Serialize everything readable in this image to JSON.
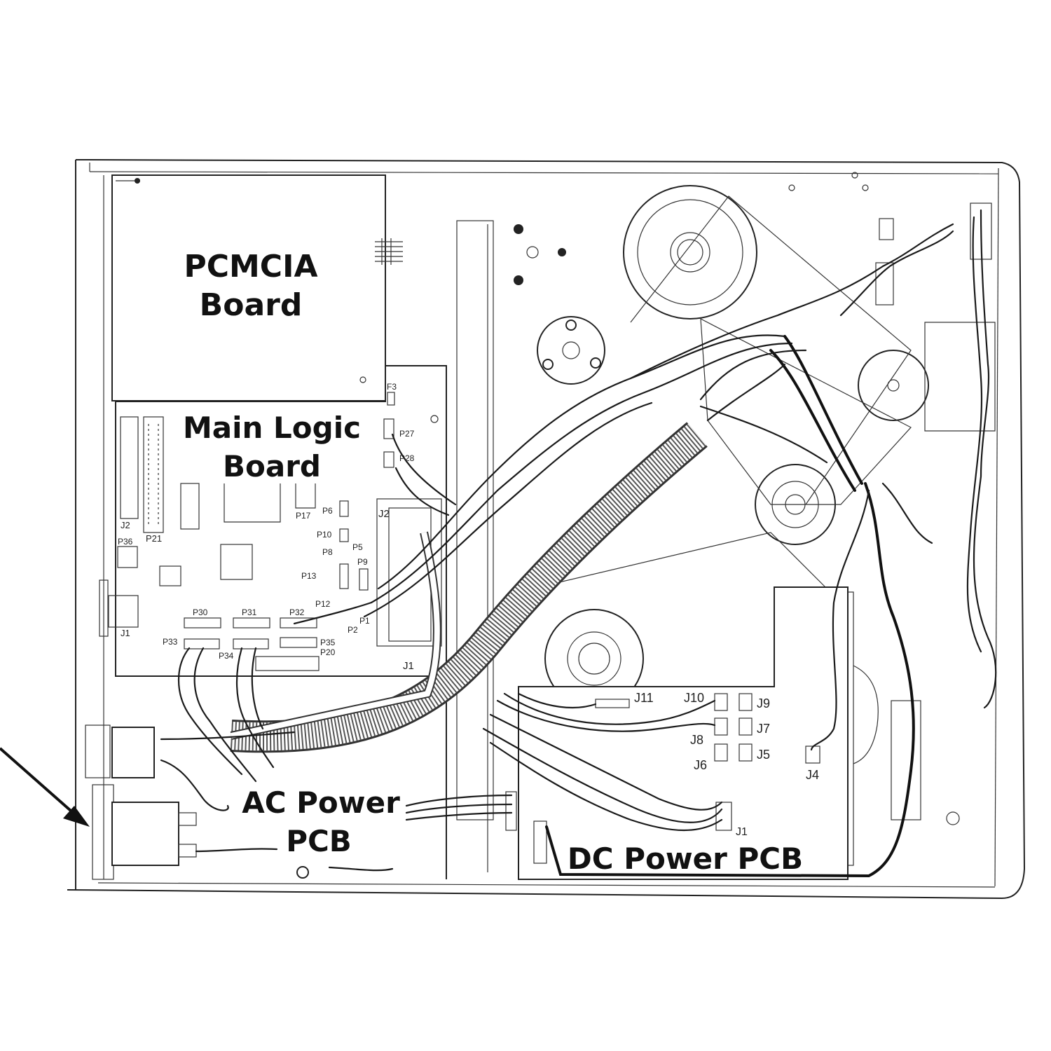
{
  "boards": {
    "pcmcia": [
      "PCMCIA",
      "Board"
    ],
    "main_logic": [
      "Main Logic",
      "Board"
    ],
    "ac_power": [
      "AC Power",
      "PCB"
    ],
    "dc_power": "DC Power PCB"
  },
  "main_logic_connectors": {
    "j2": "J2",
    "p21": "P21",
    "p36": "P36",
    "j1": "J1",
    "p30": "P30",
    "p31": "P31",
    "p32": "P32",
    "p33": "P33",
    "p34": "P34",
    "p35": "P35",
    "p20": "P20",
    "p17": "P17",
    "p6": "P6",
    "p10": "P10",
    "p5": "P5",
    "p8": "P8",
    "p9": "P9",
    "p13": "P13",
    "p12": "P12",
    "p1": "P1",
    "p2": "P2",
    "f3": "F3",
    "p27": "P27",
    "p28": "P28",
    "j2b": "J2",
    "j1b": "J1"
  },
  "dc_connectors": {
    "j11": "J11",
    "j10": "J10",
    "j9": "J9",
    "j7": "J7",
    "j8": "J8",
    "j6": "J6",
    "j5": "J5",
    "j4": "J4",
    "j1": "J1"
  }
}
